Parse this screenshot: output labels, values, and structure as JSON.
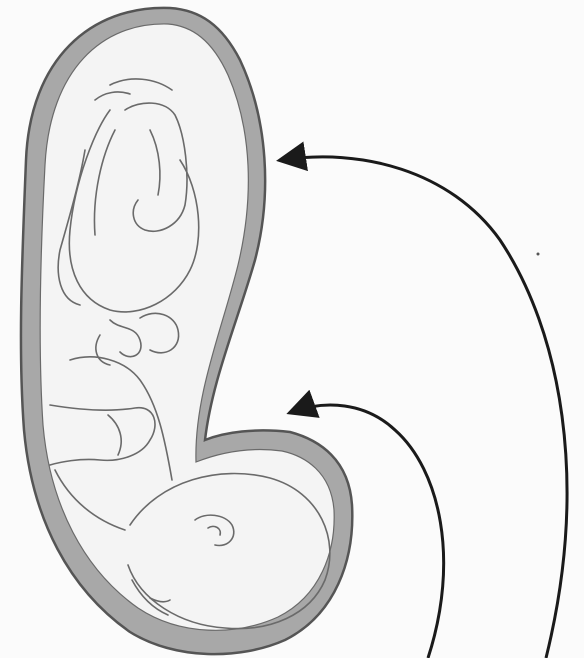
{
  "figure": {
    "background_color": "#fbfbfb",
    "ink_color": "#1a1a1a",
    "wall_shade_color": "#a8a8a8",
    "wall_outline_color": "#555555",
    "interior_color": "#f4f4f4",
    "body_line_color": "#6a6a6a",
    "arrows": [
      {
        "id": "upper",
        "points_to": "uterine-wall-fundus"
      },
      {
        "id": "lower",
        "points_to": "cervix-region"
      }
    ]
  }
}
